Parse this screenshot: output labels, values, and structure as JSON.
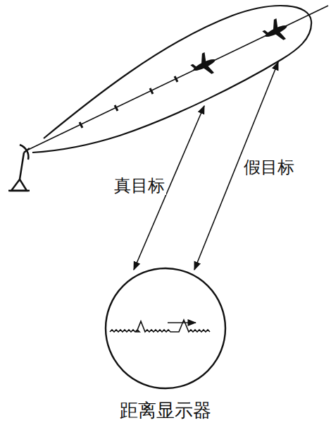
{
  "diagram": {
    "nodes": [
      {
        "text": [
          "距离显示器"
        ]
      }
    ],
    "labels": [
      "真目标",
      "假目标"
    ]
  }
}
